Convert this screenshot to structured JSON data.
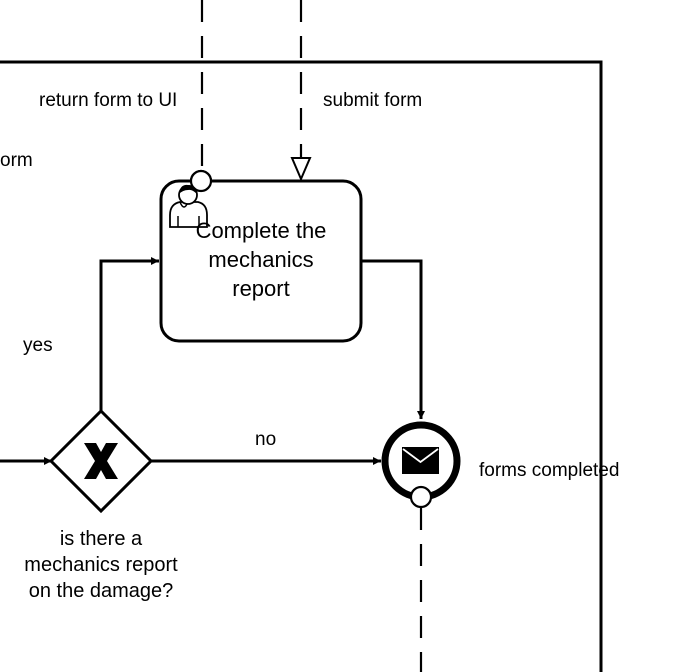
{
  "message_flows": {
    "return_label": "return form to UI",
    "submit_label": "submit form",
    "partial_label": "orm"
  },
  "task": {
    "line1": "Complete the",
    "line2": "mechanics",
    "line3": "report",
    "icon": "user-icon"
  },
  "gateway": {
    "type": "exclusive",
    "icon": "x-icon",
    "question_line1": "is there a",
    "question_line2": "mechanics report",
    "question_line3": "on the damage?"
  },
  "flows": {
    "yes_label": "yes",
    "no_label": "no"
  },
  "end_event": {
    "label": "forms completed",
    "icon": "envelope-icon"
  }
}
